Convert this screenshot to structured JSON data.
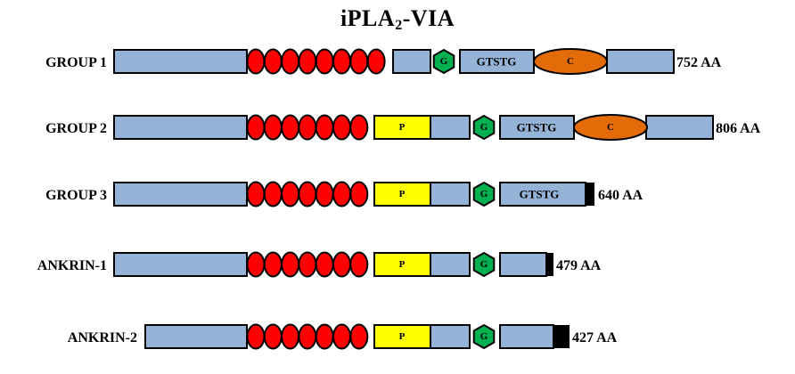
{
  "title": {
    "main": "iPLA",
    "sub": "2",
    "suffix": "-VIA"
  },
  "colors": {
    "blue": "#95b3d7",
    "ankyrin_red": "#ff0000",
    "p_yellow": "#ffff00",
    "g_green": "#00b050",
    "c_orange": "#e36c09",
    "terminal_black": "#000000"
  },
  "icons": {
    "ankyrin": "red-oval-ankyrin-repeat",
    "p": "yellow-rectangle-domain",
    "g": "green-hexagon-domain",
    "c": "orange-ellipse-domain",
    "tail": "black-terminal-block"
  },
  "rows": [
    {
      "label": "GROUP 1",
      "length": "752 AA",
      "domains": [
        "blue",
        "ankyrin x8",
        "blue",
        "G",
        "GTSTG",
        "C",
        "blue"
      ],
      "texts": {
        "g": "G",
        "gtstg": "GTSTG",
        "c": "C"
      }
    },
    {
      "label": "GROUP 2",
      "length": "806 AA",
      "domains": [
        "blue",
        "ankyrin x7",
        "P",
        "blue",
        "G",
        "GTSTG",
        "C",
        "blue"
      ],
      "texts": {
        "p": "P",
        "g": "G",
        "gtstg": "GTSTG",
        "c": "C"
      }
    },
    {
      "label": "GROUP 3",
      "length": "640 AA",
      "domains": [
        "blue",
        "ankyrin x7",
        "P",
        "blue",
        "G",
        "GTSTG",
        "black tail"
      ],
      "texts": {
        "p": "P",
        "g": "G",
        "gtstg": "GTSTG"
      }
    },
    {
      "label": "ANKRIN-1",
      "length": "479 AA",
      "domains": [
        "blue",
        "ankyrin x7",
        "P",
        "blue",
        "G",
        "blue",
        "black tail"
      ],
      "texts": {
        "p": "P",
        "g": "G"
      }
    },
    {
      "label": "ANKRIN-2",
      "length": "427 AA",
      "domains": [
        "blue",
        "ankyrin x7",
        "P",
        "blue",
        "G",
        "blue",
        "black tail"
      ],
      "texts": {
        "p": "P",
        "g": "G"
      }
    }
  ]
}
